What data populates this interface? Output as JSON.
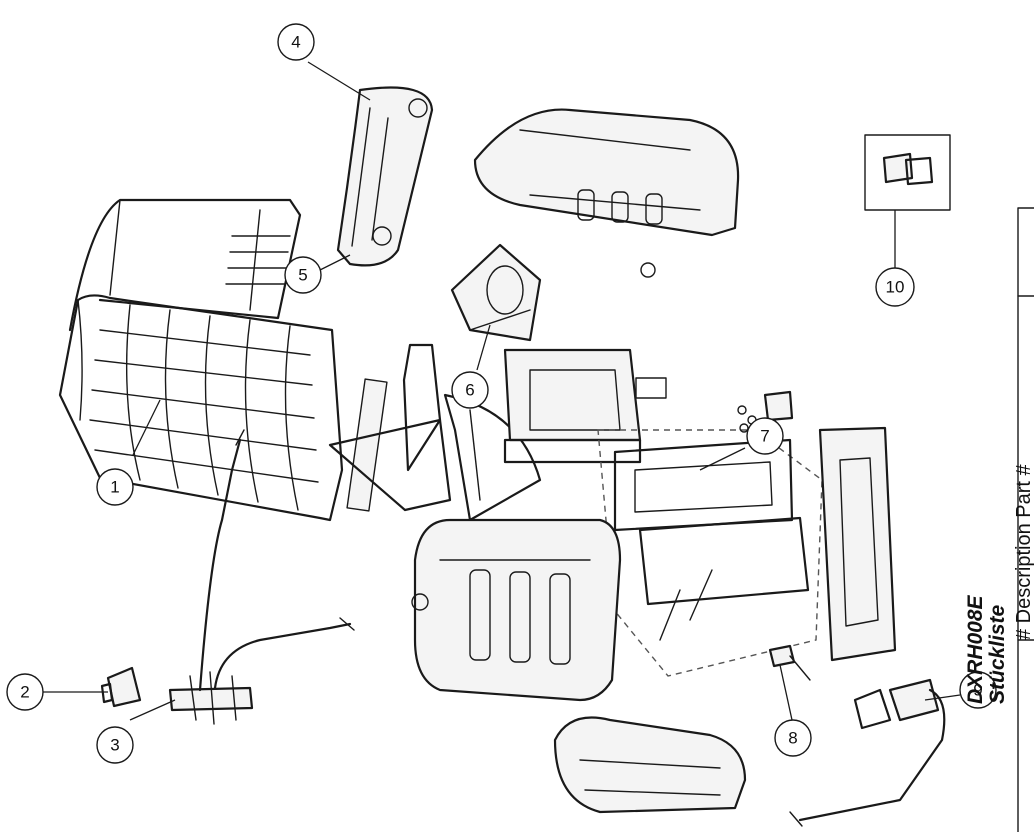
{
  "callouts": [
    {
      "number": "1"
    },
    {
      "number": "2"
    },
    {
      "number": "3"
    },
    {
      "number": "4"
    },
    {
      "number": "5"
    },
    {
      "number": "6"
    },
    {
      "number": "7"
    },
    {
      "number": "8"
    },
    {
      "number": "9"
    },
    {
      "number": "10"
    }
  ],
  "parts_list": {
    "model": "DXRH008E",
    "title": "Stückliste",
    "header": "# Description Part #"
  }
}
